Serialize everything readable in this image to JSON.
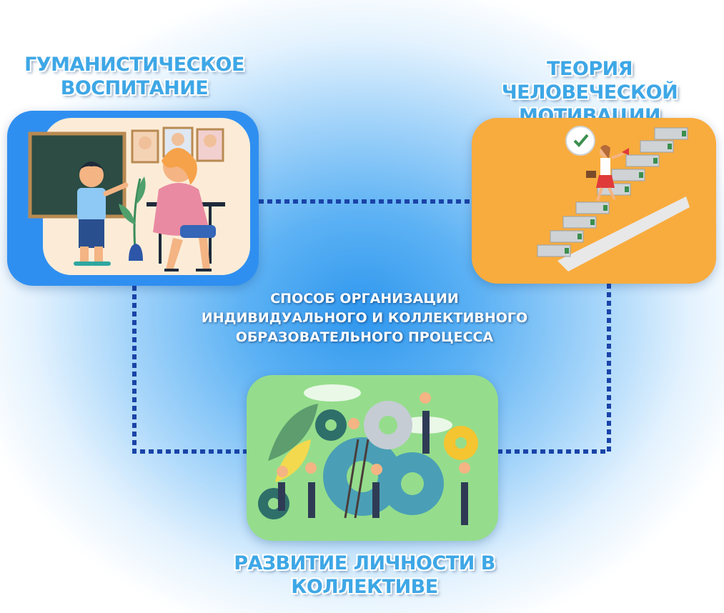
{
  "diagram": {
    "nodes": [
      {
        "id": "left",
        "title_lines": [
          "ГУМАНИСТИЧЕСКОЕ",
          "ВОСПИТАНИЕ"
        ]
      },
      {
        "id": "right",
        "title_lines": [
          "ТЕОРИЯ ЧЕЛОВЕЧЕСКОЙ",
          "МОТИВАЦИИ"
        ]
      },
      {
        "id": "bottom",
        "title_lines": [
          "РАЗВИТИЕ ЛИЧНОСТИ В",
          "КОЛЛЕКТИВЕ"
        ]
      }
    ],
    "center_caption_lines": [
      "СПОСОБ ОРГАНИЗАЦИИ",
      "ИНДИВИДУАЛЬНОГО И КОЛЛЕКТИВНОГО",
      "ОБРАЗОВАТЕЛЬНОГО ПРОЦЕССА"
    ],
    "connector_style": "dotted",
    "colors": {
      "heading": "#3ea7e6",
      "connector": "#1a44a8",
      "background_center": "#2f97ee",
      "card_left": "#2f8ff0",
      "card_right": "#f8ac3e",
      "card_bottom": "#95dd8c"
    },
    "illustrations": {
      "left": "teacher-and-student-classroom",
      "right": "businesswoman-climbing-stairs",
      "bottom": "team-assembling-gears"
    }
  }
}
